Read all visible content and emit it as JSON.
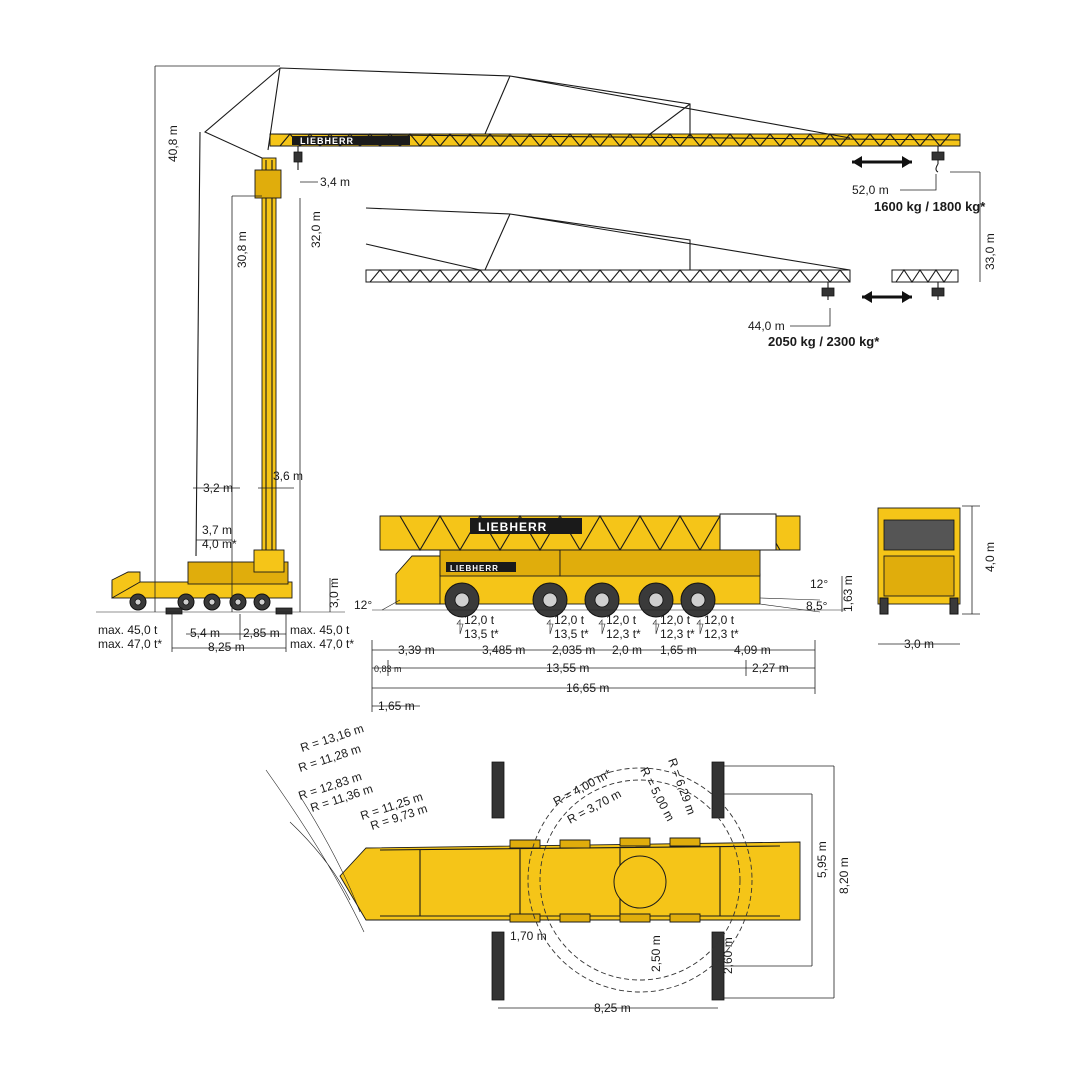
{
  "colors": {
    "crane": "#f5c518",
    "crane_dark": "#e0ad0c",
    "lines": "#1a1a1a",
    "background": "#ffffff"
  },
  "brand": "LIEBHERR",
  "tower_view": {
    "total_height": "40,8 m",
    "top_offset": "3,4 m",
    "hook_height": "32,0 m",
    "pivot_height": "30,8 m",
    "spacing_a": "3,2 m",
    "mast_width": "3,6 m",
    "spacing_b": "3,7 m",
    "spacing_c": "4,0 m*",
    "base_height": "3,0 m",
    "axle_load_left_1": "max. 45,0 t",
    "axle_load_left_2": "max. 47,0 t*",
    "axle_load_right_1": "max. 45,0 t",
    "axle_load_right_2": "max. 47,0 t*",
    "base_span_1": "5,4 m",
    "base_span_2": "2,85 m",
    "outrigger_span": "8,25 m"
  },
  "jib_long": {
    "radius": "52,0 m",
    "load": "1600 kg / 1800 kg*"
  },
  "jib_short": {
    "radius": "44,0 m",
    "load": "2050 kg / 2300 kg*",
    "height_diff": "33,0 m"
  },
  "side_view": {
    "angle_front": "12°",
    "angle_rear": "12°",
    "angle_rear_low": "8,5°",
    "height": "1,63 m",
    "axle_loads": [
      {
        "t1": "12,0 t",
        "t2": "13,5 t*"
      },
      {
        "t1": "12,0 t",
        "t2": "13,5 t*"
      },
      {
        "t1": "12,0 t",
        "t2": "12,3 t*"
      },
      {
        "t1": "12,0 t",
        "t2": "12,3 t*"
      },
      {
        "t1": "12,0 t",
        "t2": "12,3 t*"
      }
    ],
    "dims_row1": [
      "3,39 m",
      "3,485 m",
      "2,035 m",
      "2,0 m",
      "1,65 m",
      "4,09 m"
    ],
    "front_overhang": "0,83 m",
    "wheelbase": "13,55 m",
    "rear_overhang": "2,27 m",
    "overall_length": "16,65 m",
    "front_gap": "1,65 m"
  },
  "rear_view": {
    "height": "4,0 m",
    "width": "3,0 m"
  },
  "top_view": {
    "radii_left": [
      "R = 13,16 m",
      "R = 11,28 m",
      "R = 12,83 m",
      "R = 11,36 m",
      "R = 11,25 m",
      "R = 9,73 m"
    ],
    "radii_center": [
      "R = 4,00 m*",
      "R = 3,70 m",
      "R = 5,00 m",
      "R = 6,29 m"
    ],
    "dim_a": "1,70 m",
    "dim_b": "2,50 m",
    "dim_c": "2,60 m",
    "dim_d": "5,95 m",
    "dim_e": "8,20 m",
    "outrigger_span": "8,25 m"
  }
}
